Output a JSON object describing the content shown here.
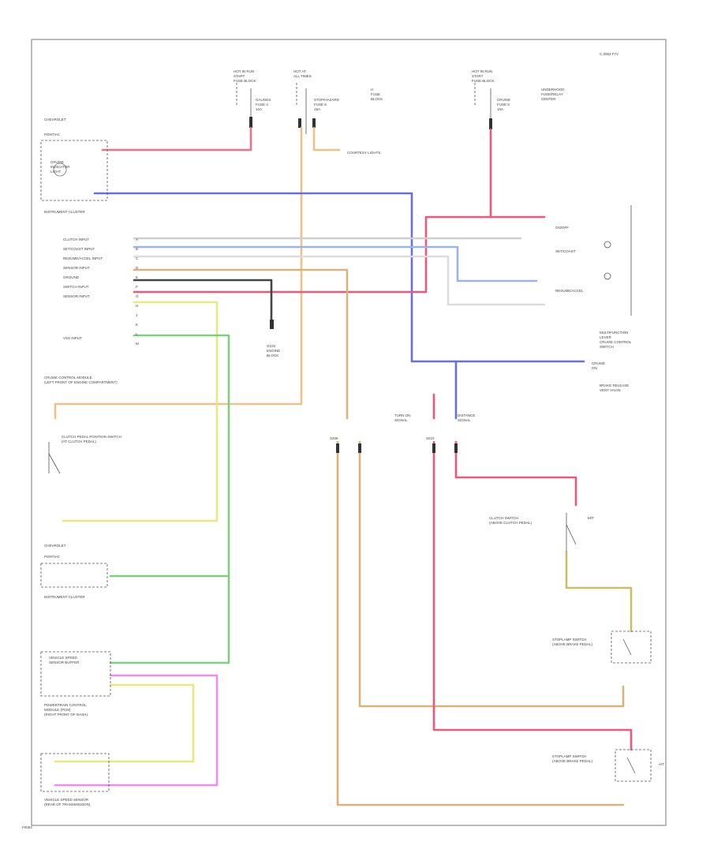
{
  "diagram": {
    "page_code": "C 0063 F7V",
    "footer_left": "F0063",
    "wire_colors": {
      "pink": "#f07088",
      "blue": "#6a6ee0",
      "tan": "#d8b478",
      "gray": "#bfbfbf",
      "lightblue": "#9ab4e8",
      "green": "#7ed07e",
      "yellow": "#e8e880",
      "magenta": "#ec8cec",
      "darkgray": "#444444",
      "red": "#f0587a",
      "orange": "#f0c088",
      "olive": "#c8c068"
    },
    "labels": {
      "hot_run1": "HOT IN RUN\nSTART\nFUSE BLOCK",
      "hot_at_all": "HOT AT\nALL TIMES",
      "hot_run2": "HOT IN RUN\nSTART\nFUSE BLOCK",
      "fuse_gauges": "GAUGES\nFUSE 4\n10A",
      "fuse_stop": "STOP/HAZARD\nFUSE 8\n15A",
      "fuse_main": "H\nFUSE\nBLOCK",
      "fuse_cruise": "CRUISE\nFUSE 9\n10A",
      "underhood": "UNDERHOOD\nFUSE/RELAY\nCENTER",
      "courtesy": "COURTESY LIGHTS",
      "chevrolet": "CHEVROLET",
      "pontiac": "PONTIAC",
      "instrument_cluster": "INSTRUMENT CLUSTER",
      "cruise_indicator": "CRUISE\nINDICATOR\nLIGHT",
      "cruise_control_module": "CRUISE CONTROL MODULE\n(LEFT FRONT OF ENGINE COMPARTMENT)",
      "engine_ground": "G103\nENGINE\nBLOCK",
      "clutch_pedal": "CLUTCH PEDAL POSITION SWITCH\n(AT CLUTCH PEDAL)",
      "multifunction": "MULTIFUNCTION\nLEVER\nCRUISE CONTROL\nSWITCH",
      "set_coast": "SET/COAST",
      "resume_accel": "RESUME/ACCEL",
      "on_off": "ON/OFF",
      "cruise_on": "CRUISE\nON",
      "instrument_cluster2": "INSTRUMENT CLUSTER",
      "vss": "VEHICLE SPEED SENSOR\n(REAR OF TRANSMISSION)",
      "powertrain": "POWERTRAIN CONTROL\nMODULE (PCM)\n(RIGHT FRONT OF DASH)",
      "vss_buffer": "VEHICLE SPEED\nSENSOR BUFFER",
      "stoplamp_switch1": "STOPLAMP SWITCH\n(ABOVE BRAKE PEDAL)",
      "stoplamp_switch2": "STOPLAMP SWITCH\n(ABOVE BRAKE PEDAL)",
      "clutch_switch": "CLUTCH SWITCH\n(ABOVE CLUTCH PEDAL)",
      "brake_release": "BRAKE RELEASE\nVENT VALVE",
      "turn_on": "TURN ON\nSIGNAL",
      "s209": "S209",
      "s210": "S210",
      "mt": "M/T",
      "at": "A/T",
      "dist_sig": "DISTANCE\nSIGNAL"
    },
    "module_pins": [
      "A",
      "B",
      "C",
      "D",
      "E",
      "F",
      "G",
      "H",
      "J",
      "K",
      "L",
      "M"
    ],
    "module_pin_names": [
      "CLUTCH INPUT",
      "SET/COAST INPUT",
      "RESUME/ACCEL INPUT",
      "SENSOR INPUT",
      "GROUND",
      "SWITCH INPUT",
      "SENSOR INPUT",
      "",
      "",
      "VSS INPUT",
      "",
      ""
    ]
  }
}
